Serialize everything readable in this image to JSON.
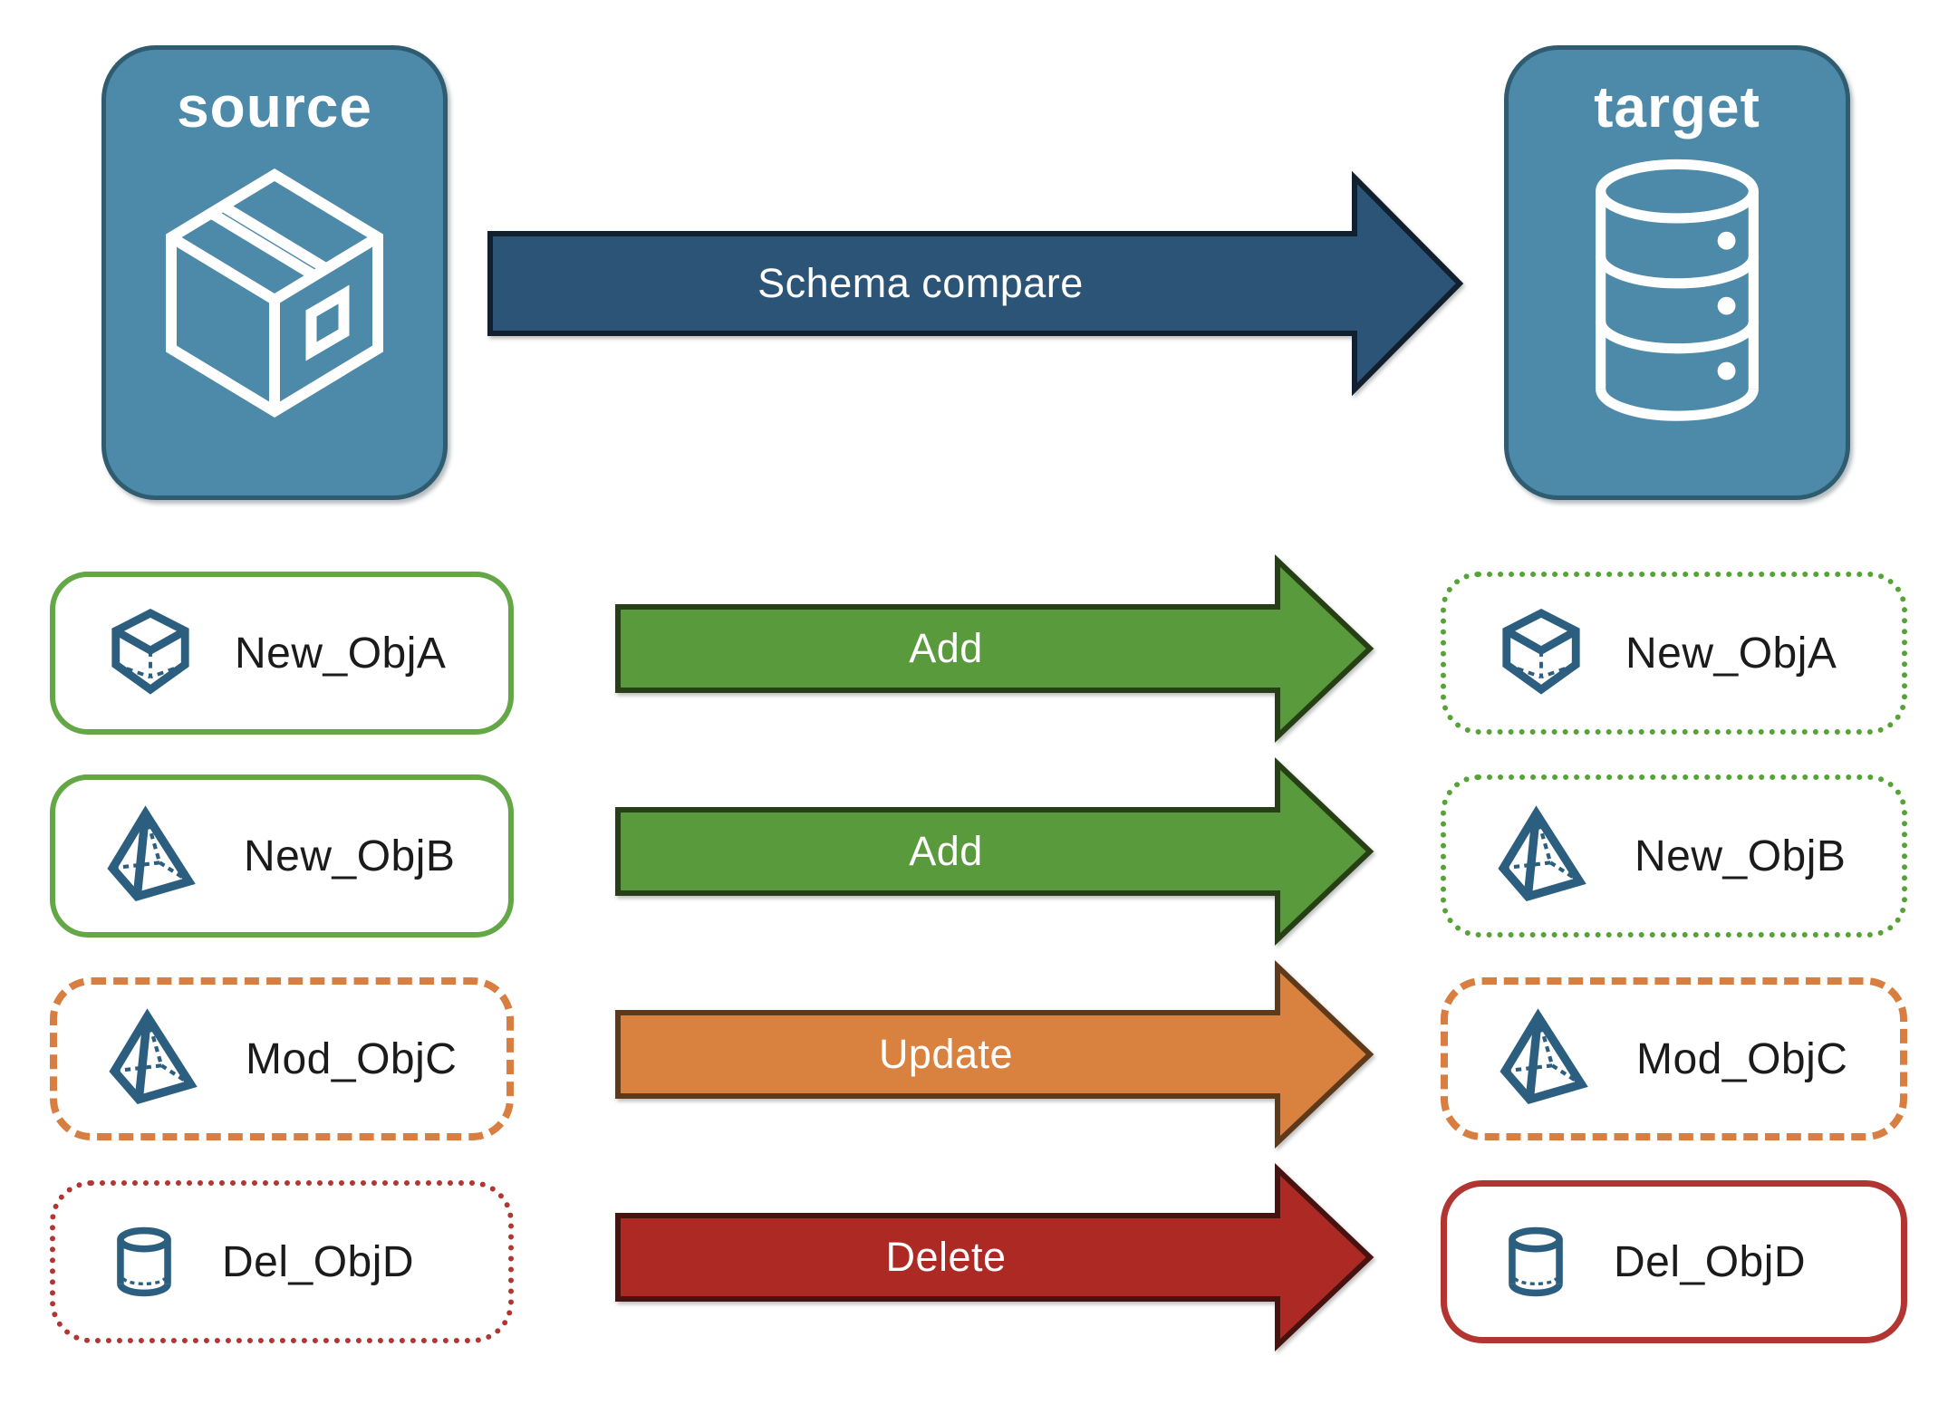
{
  "source_panel": {
    "label": "source",
    "icon": "package-icon"
  },
  "target_panel": {
    "label": "target",
    "icon": "database-icon"
  },
  "compare_arrow": {
    "label": "Schema compare"
  },
  "rows": [
    {
      "object_name": "New_ObjA",
      "icon": "cube-icon",
      "action_label": "Add",
      "change_type": "add",
      "source_box_border": "solid-green",
      "target_box_border": "dotted-green"
    },
    {
      "object_name": "New_ObjB",
      "icon": "pyramid-icon",
      "action_label": "Add",
      "change_type": "add",
      "source_box_border": "solid-green",
      "target_box_border": "dotted-green"
    },
    {
      "object_name": "Mod_ObjC",
      "icon": "pyramid-icon",
      "action_label": "Update",
      "change_type": "update",
      "source_box_border": "dashed-orange",
      "target_box_border": "dashed-orange"
    },
    {
      "object_name": "Del_ObjD",
      "icon": "cylinder-icon",
      "action_label": "Delete",
      "change_type": "delete",
      "source_box_border": "dotted-red",
      "target_box_border": "solid-red"
    }
  ],
  "colors": {
    "panel_fill": "#4d8aa9",
    "panel_border": "#2f5c70",
    "compare_arrow_fill": "#2b5477",
    "compare_arrow_border": "#111f2e",
    "add_arrow_fill": "#599a3d",
    "add_arrow_border": "#263f15",
    "update_arrow_fill": "#d9813f",
    "update_arrow_border": "#5e3a1b",
    "delete_arrow_fill": "#ad2a24",
    "delete_arrow_border": "#471210",
    "green_border": "#63a746",
    "orange_border": "#d97e41",
    "red_border": "#b23531",
    "object_icon_blue": "#2c5e7f",
    "label_text": "#1b1b1b",
    "arrow_text": "#ffffff"
  }
}
